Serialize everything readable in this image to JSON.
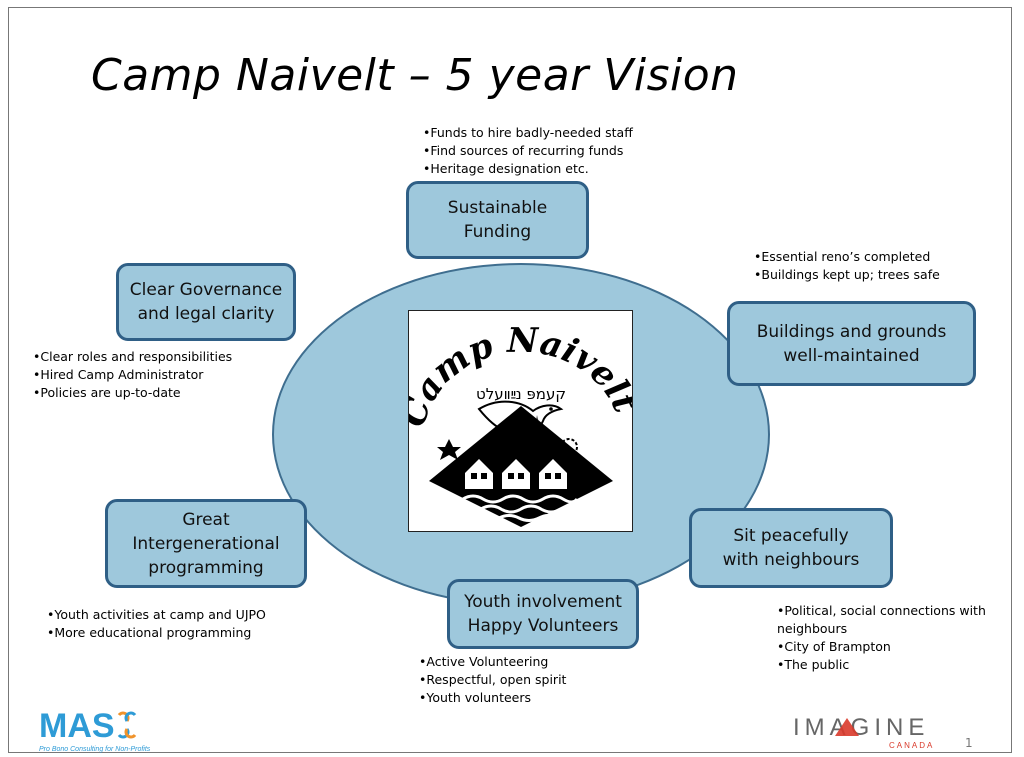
{
  "slide": {
    "title": "Camp Naivelt – 5 year Vision",
    "page_number": "1"
  },
  "logo": {
    "arc_text": "Camp Naivelt",
    "yiddish_text": "קעמפּ נײַװעלט"
  },
  "boxes": {
    "funding": "Sustainable\nFunding",
    "governance": "Clear Governance\nand legal clarity",
    "buildings": "Buildings and grounds\nwell-maintained",
    "neighbours": "Sit peacefully\nwith neighbours",
    "youth": "Youth involvement\nHappy Volunteers",
    "programming": "Great\nIntergenerational\nprogramming"
  },
  "notes": {
    "funding": [
      "•Funds to hire badly-needed staff",
      "•Find sources of recurring funds",
      "•Heritage designation etc."
    ],
    "buildings": [
      "•Essential reno’s completed",
      "•Buildings kept up; trees safe"
    ],
    "governance": [
      "•Clear roles and responsibilities",
      "•Hired Camp Administrator",
      "•Policies are up-to-date"
    ],
    "programming": [
      "•Youth activities at camp and UJPO",
      "•More educational programming"
    ],
    "youth": [
      "•Active Volunteering",
      "•Respectful, open spirit",
      "•Youth volunteers"
    ],
    "neighbours": [
      "•Political, social connections with neighbours",
      "•City of Brampton",
      "•The public"
    ]
  },
  "footer": {
    "mas_text": "MAS",
    "mas_tagline": "Pro Bono Consulting for Non-Profits",
    "imagine_text": "IMAGINE",
    "imagine_sub": "CANADA"
  },
  "colors": {
    "box_fill": "#9ec8dc",
    "box_border": "#2f5f86",
    "mas_blue": "#2e9bd6",
    "imagine_red": "#d93a2b"
  }
}
